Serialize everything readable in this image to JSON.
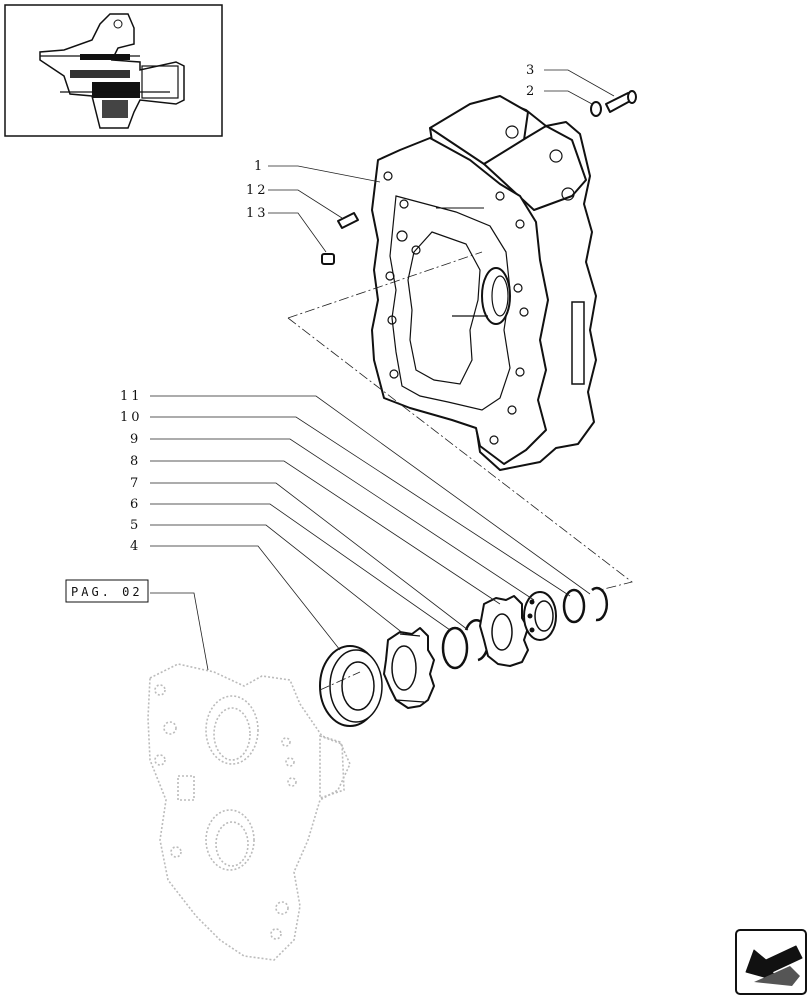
{
  "diagram": {
    "callouts": [
      {
        "id": "c1",
        "text": "1"
      },
      {
        "id": "c2",
        "text": "2"
      },
      {
        "id": "c3",
        "text": "3"
      },
      {
        "id": "c4",
        "text": "4"
      },
      {
        "id": "c5",
        "text": "5"
      },
      {
        "id": "c6",
        "text": "6"
      },
      {
        "id": "c7",
        "text": "7"
      },
      {
        "id": "c8",
        "text": "8"
      },
      {
        "id": "c9",
        "text": "9"
      },
      {
        "id": "c10",
        "text": "10"
      },
      {
        "id": "c11",
        "text": "11"
      },
      {
        "id": "c12",
        "text": "12"
      },
      {
        "id": "c13",
        "text": "13"
      }
    ],
    "page_ref": "PAG. 02"
  },
  "icons": {
    "thumbnail": "assembly-thumbnail",
    "nav": "back-arrow-icon"
  }
}
